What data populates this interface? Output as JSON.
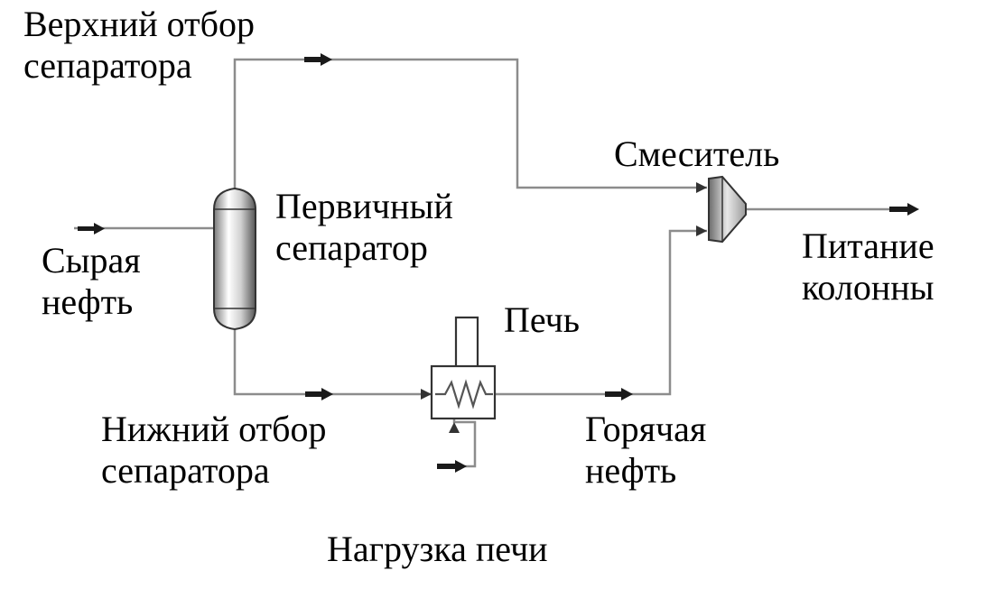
{
  "labels": {
    "top_draw": [
      "Верхний отбор",
      "сепаратора"
    ],
    "crude": [
      "Сырая",
      "нефть"
    ],
    "separator": [
      "Первичный",
      "сепаратор"
    ],
    "mixer": "Смеситель",
    "column_feed": [
      "Питание",
      "колонны"
    ],
    "furnace": "Печь",
    "bottom_draw": [
      "Нижний отбор",
      "сепаратора"
    ],
    "hot_oil": [
      "Горячая",
      "нефть"
    ],
    "furnace_duty": "Нагрузка печи"
  },
  "colors": {
    "line": "#8c8c8c",
    "arrow": "#1a1a1a",
    "vessel_light": "#ffffff",
    "vessel_dark": "#6e6e6e"
  }
}
